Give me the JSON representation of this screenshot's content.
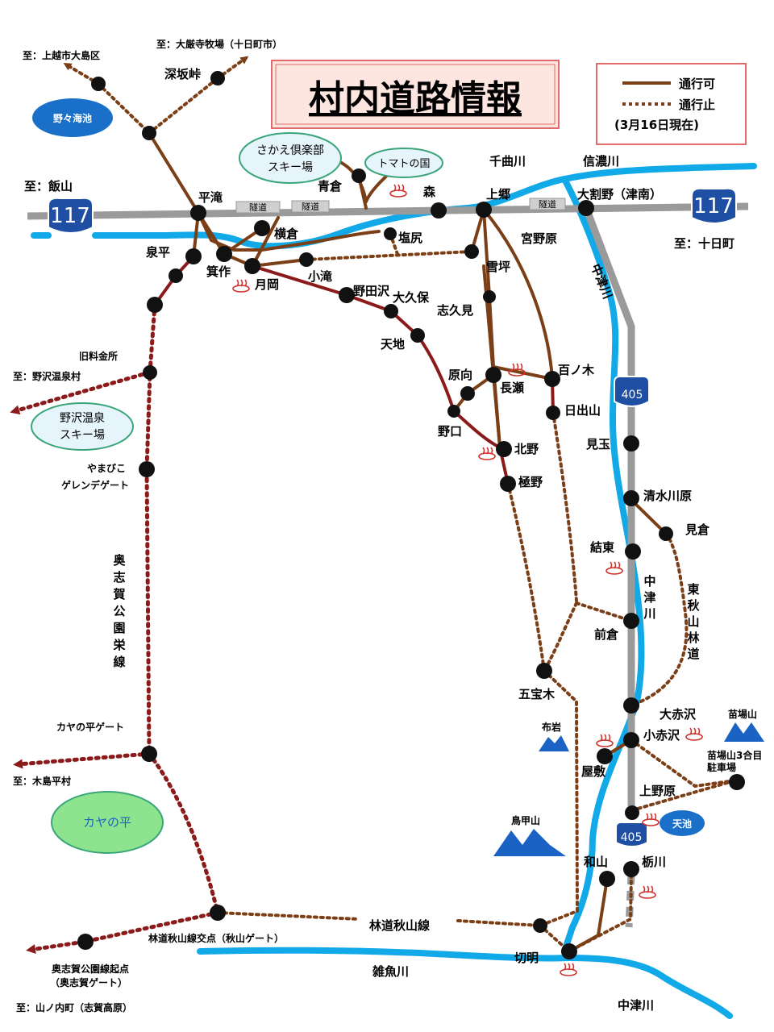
{
  "title": "村内道路情報",
  "legend": {
    "open": "通行可",
    "closed": "通行止",
    "date": "(3月16日現在)",
    "colors": {
      "open": "#7b3f17",
      "closed": "#7b3f17"
    }
  },
  "routes": {
    "national_117": "117",
    "national_405": "405"
  },
  "colors": {
    "road_open": "#7b3f17",
    "road_open_red": "#8b1a1a",
    "road_closed": "#7b3f17",
    "river": "#12a9e8",
    "highway": "#9a9a9a",
    "route_shield": "#1e4fa3",
    "pond": "#1a6fc9",
    "ski_bg": "#e6f4fb",
    "ski_border": "#3aa57a",
    "title_bg": "#fde6e0",
    "title_border": "#e36a6a",
    "mountain": "#1a63c4",
    "kayanotaira": "#8ee48e"
  },
  "labels": {
    "to_joetsu": "至：上越市大島区",
    "to_daigenji": "至：大厳寺牧場（十日町市）",
    "fukasaka": "深坂峠",
    "nonoumi": "野々海池",
    "sakae_ski_1": "さかえ倶楽部",
    "sakae_ski_2": "スキー場",
    "tomato": "トマトの国",
    "chikuma": "千曲川",
    "shinano": "信濃川",
    "to_iiyama": "至：飯山",
    "hiratake": "平滝",
    "aokura": "青倉",
    "mori": "森",
    "kamigo": "上郷",
    "owarino": "大割野（津南）",
    "tunnel1": "隧道",
    "tunnel2": "隧道",
    "tunnel3": "隧道",
    "to_tokamachi": "至：十日町",
    "yokokura": "横倉",
    "shiojiri": "塩尻",
    "miyanohara": "宮野原",
    "izumidaira": "泉平",
    "minosaku": "箕作",
    "tsukioka": "月岡",
    "kotaki": "小滝",
    "yukitsubo": "雪坪",
    "nodazawa": "野田沢",
    "okubo": "大久保",
    "shikumi": "志久見",
    "nakatsugawa_1": "中津川",
    "amaji": "天地",
    "kyuryokinsho": "旧料金所",
    "to_nozawa": "至：野沢温泉村",
    "haramuki": "原向",
    "momonoki": "百ノ木",
    "nagase": "長瀬",
    "nozawa_ski_1": "野沢温泉",
    "nozawa_ski_2": "スキー場",
    "hideyama": "日出山",
    "noguchi": "野口",
    "kitano": "北野",
    "mitama": "見玉",
    "yamabiko_1": "やまびこ",
    "yamabiko_2": "ゲレンデゲート",
    "gokuno": "極野",
    "shimizugawara": "清水川原",
    "mikura": "見倉",
    "okushiga_line": [
      "奥",
      "志",
      "賀",
      "公",
      "園",
      "栄",
      "線"
    ],
    "kettou": "結東",
    "nakatsugawa_2": [
      "中",
      "津",
      "川"
    ],
    "higashiakiyama": [
      "東",
      "秋",
      "山",
      "林",
      "道"
    ],
    "maekura": "前倉",
    "gohogi": "五宝木",
    "kayanotaira_gate": "カヤの平ゲート",
    "oakazawa": "大赤沢",
    "naebayama": "苗場山",
    "nunoiwa": "布岩",
    "koakazawa": "小赤沢",
    "to_kijimadaira": "至：木島平村",
    "yashiki": "屋敷",
    "naebayama_park_1": "苗場山3合目",
    "naebayama_park_2": "駐車場",
    "uenohara": "上野原",
    "kayanotaira": "カヤの平",
    "amaike": "天池",
    "torikabutoyama": "鳥甲山",
    "wayama": "和山",
    "tochikawa": "栃川",
    "rindo_akiyama": "林道秋山線",
    "rindo_junction": "林道秋山線交点（秋山ゲート）",
    "kiriake": "切明",
    "okushiga_start_1": "奥志賀公園線起点",
    "okushiga_start_2": "（奥志賀ゲート）",
    "zakogawa": "雑魚川",
    "to_yamanouchi": "至：山ノ内町（志賀高原）",
    "nakatsugawa_3": "中津川"
  }
}
